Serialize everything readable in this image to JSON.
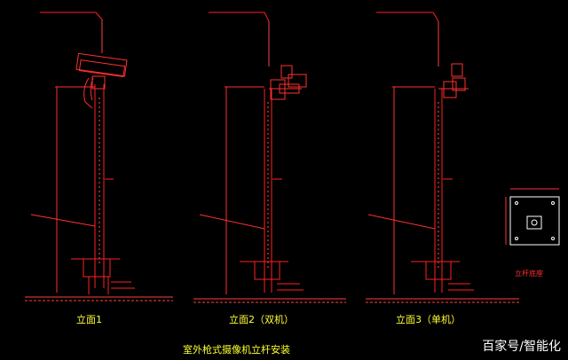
{
  "drawing": {
    "views": [
      {
        "caption": "立面1"
      },
      {
        "caption": "立面2（双机）"
      },
      {
        "caption": "立面3（单机）"
      }
    ],
    "main_title": "室外枪式摄像机立杆安装",
    "detail_caption": "立杆底座"
  },
  "watermark": {
    "text": "百家号/智能化"
  },
  "colors": {
    "background": "#000000",
    "pole": "#ff2020",
    "dimension": "#ff3030",
    "ground": "#ff4040",
    "text": "#ffff33",
    "detail": "#ffffff",
    "watermark": "#ffffff"
  }
}
